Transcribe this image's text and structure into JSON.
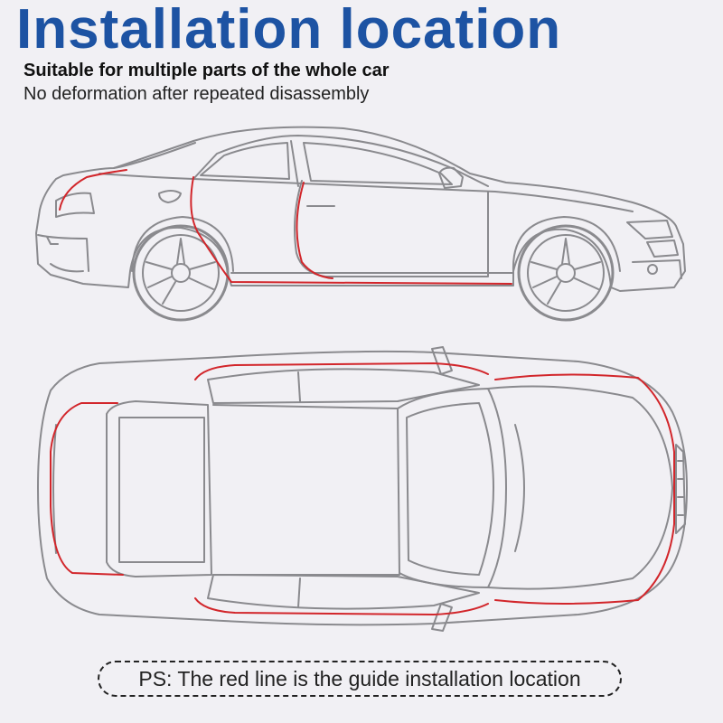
{
  "header": {
    "title": "Installation location",
    "subtitle_bold": "Suitable for multiple parts of the whole car",
    "subtitle": "No deformation after repeated disassembly"
  },
  "footer": {
    "note": "PS: The red line is the guide installation location"
  },
  "colors": {
    "title": "#1d53a3",
    "outline": "#8a8a8e",
    "guide_line": "#d2262b",
    "background": "#f1f0f4"
  },
  "views": [
    "side-view",
    "top-view"
  ]
}
